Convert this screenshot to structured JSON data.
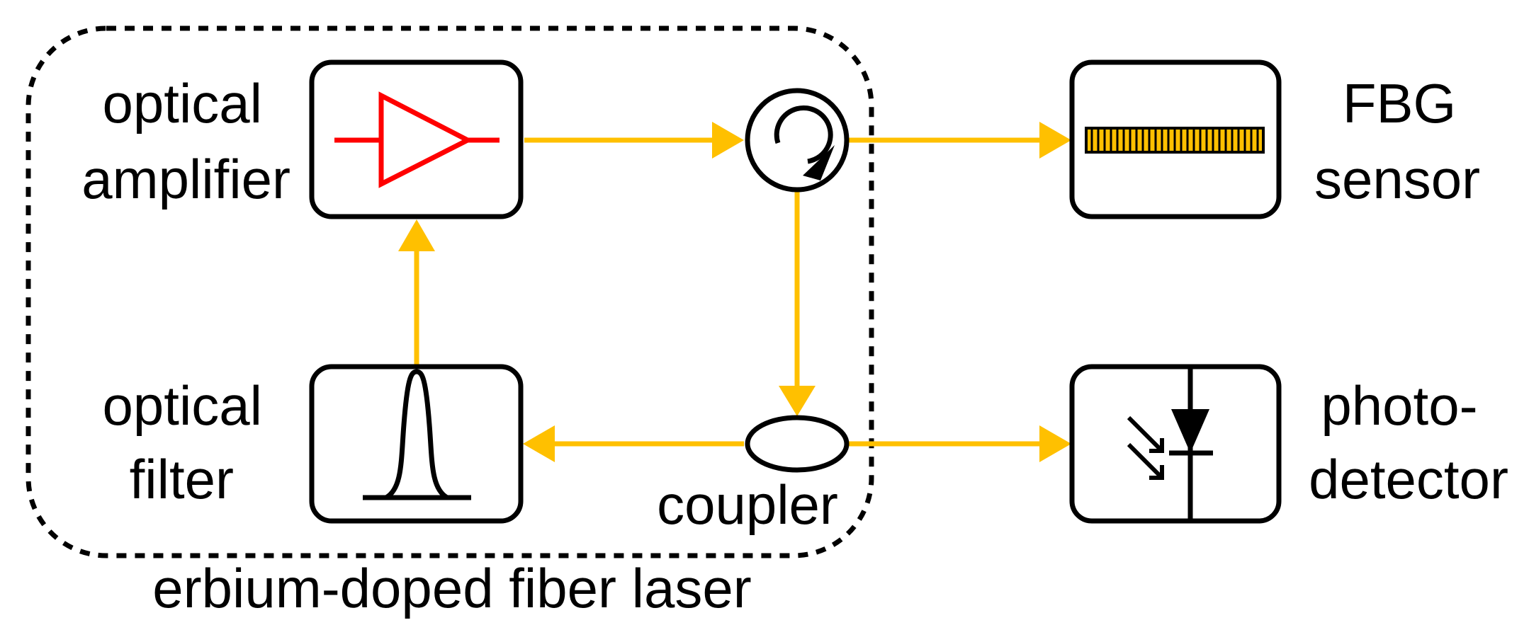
{
  "labels": {
    "optical_amplifier": [
      "optical",
      "amplifier"
    ],
    "optical_filter": [
      "optical",
      "filter"
    ],
    "coupler": "coupler",
    "fbg_sensor": [
      "FBG",
      "sensor"
    ],
    "photodetector": [
      "photo-",
      "detector"
    ],
    "enclosure": "erbium-doped fiber laser"
  },
  "icons": {
    "amplifier": "amplifier-triangle-icon",
    "filter": "bandpass-filter-peak-icon",
    "circulator": "circulator-icon",
    "coupler": "coupler-ellipse-icon",
    "fbg": "fiber-bragg-grating-icon",
    "photodetector": "photodiode-icon"
  },
  "colors": {
    "fiber": "#FFC000",
    "amplifier_symbol": "#FF0000",
    "outline": "#000000",
    "grating_fill": "#FFC000"
  }
}
